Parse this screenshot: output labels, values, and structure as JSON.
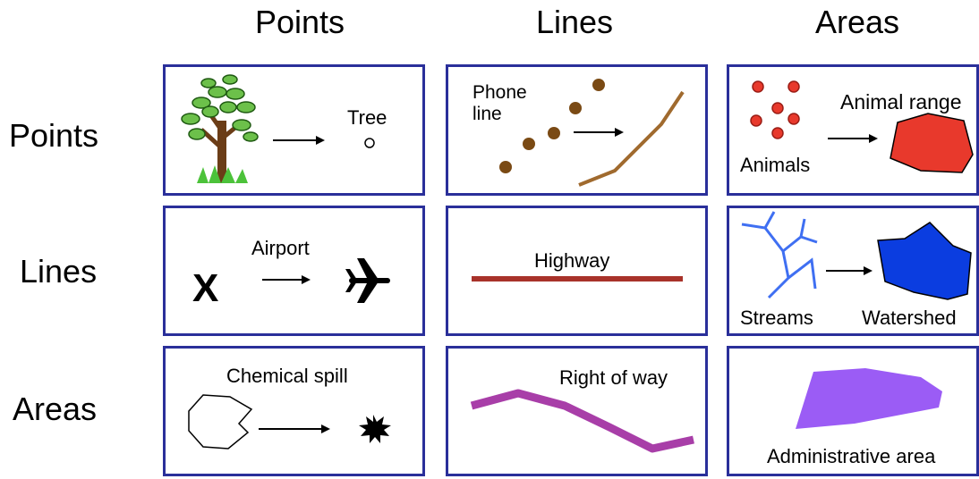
{
  "columns": [
    "Points",
    "Lines",
    "Areas"
  ],
  "rows": [
    "Points",
    "Lines",
    "Areas"
  ],
  "cells": {
    "points_points": {
      "label": "Tree"
    },
    "points_lines": {
      "label_line1": "Phone",
      "label_line2": "line"
    },
    "points_areas": {
      "label_left": "Animals",
      "label_right": "Animal range"
    },
    "lines_points": {
      "label": "Airport",
      "marker": "X"
    },
    "lines_lines": {
      "label": "Highway"
    },
    "lines_areas": {
      "label_left": "Streams",
      "label_right": "Watershed"
    },
    "areas_points": {
      "label": "Chemical spill"
    },
    "areas_lines": {
      "label": "Right of way"
    },
    "areas_areas": {
      "label": "Administrative area"
    }
  },
  "colors": {
    "border": "#2a2f9a",
    "phone_points": "#7a4a14",
    "animals": "#e8392c",
    "highway": "#a8322a",
    "streams": "#3f6ff2",
    "watershed": "#0b3de0",
    "right_of_way": "#a83ea8",
    "admin_area": "#9b5cf5"
  },
  "icons": [
    "tree-icon",
    "airplane-icon",
    "spill-burst-icon",
    "arrow-icon"
  ]
}
